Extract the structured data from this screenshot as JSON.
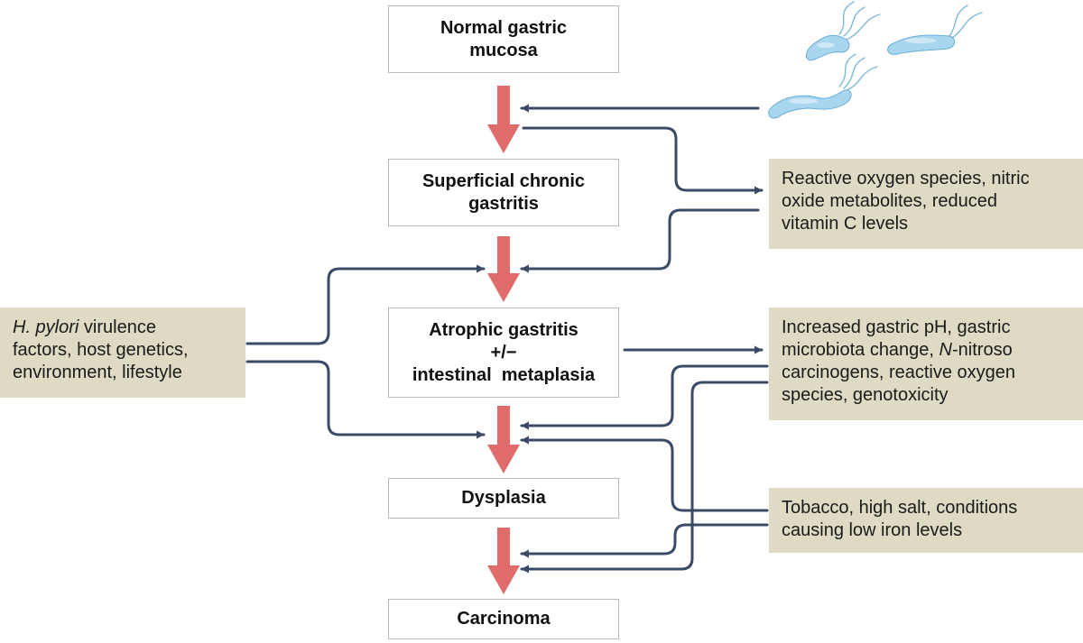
{
  "stages": {
    "normal": [
      "Normal gastric",
      "mucosa"
    ],
    "superficial": [
      "Superficial chronic",
      "gastritis"
    ],
    "atrophic": [
      "Atrophic gastritis",
      "+/−",
      "intestinal  metaplasia"
    ],
    "dysplasia": [
      "Dysplasia"
    ],
    "carcinoma": [
      "Carcinoma"
    ]
  },
  "factors": {
    "ros1": [
      "Reactive oxygen species, nitric",
      "oxide metabolites, reduced",
      "vitamin C levels"
    ],
    "ph": {
      "line1": "Increased gastric pH, gastric",
      "line2_pre": "microbiota change, ",
      "line2_em": "N",
      "line2_post": "-nitroso",
      "line3": "carcinogens, reactive oxygen",
      "line4": "species, genotoxicity"
    },
    "tobacco": [
      "Tobacco, high salt, conditions",
      "causing low iron levels"
    ],
    "hpylori": {
      "line1_em": "H. pylori",
      "line1_post": " virulence",
      "line2": "factors, host genetics,",
      "line3": "environment, lifestyle"
    }
  },
  "colors": {
    "progression_arrow": "#e06b6b",
    "connector": "#3b4a66",
    "factor_fill": "#dedac4",
    "bacteria": "#a9d6ef"
  },
  "icons": [
    "h-pylori-bacteria-icon"
  ]
}
